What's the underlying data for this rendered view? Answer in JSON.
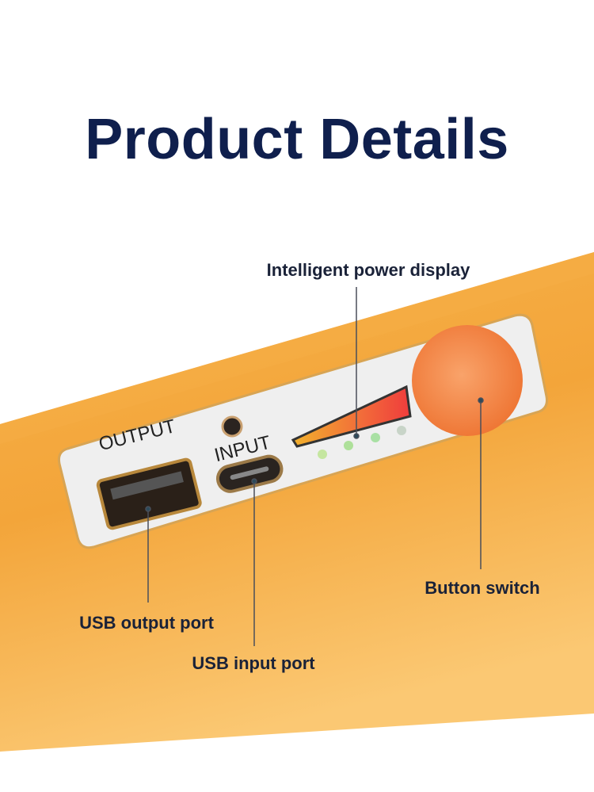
{
  "title": "Product Details",
  "panel": {
    "output_print": "OUTPUT",
    "input_print": "INPUT"
  },
  "callouts": {
    "power_display": "Intelligent power display",
    "button_switch": "Button switch",
    "usb_output": "USB output port",
    "usb_input": "USB input port"
  },
  "colors": {
    "title": "#0f1f4d",
    "body_orange": "#f2a43a",
    "button_orange": "#f07b3a",
    "panel_silver": "#eeeeee"
  }
}
